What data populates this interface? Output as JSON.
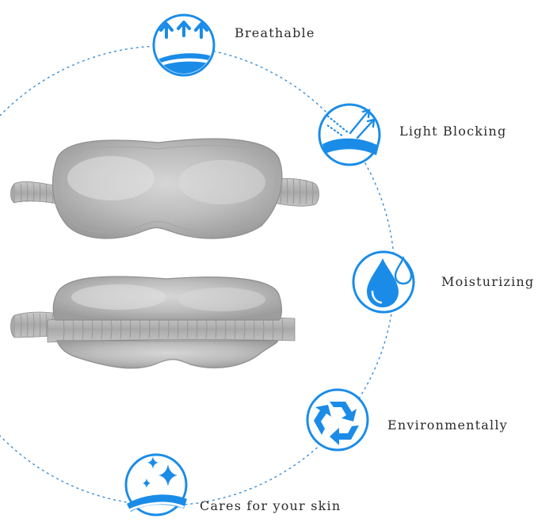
{
  "features": [
    {
      "label": "Breathable",
      "icon": "breathable-icon"
    },
    {
      "label": "Light Blocking",
      "icon": "light-blocking-icon"
    },
    {
      "label": "Moisturizing",
      "icon": "moisturizing-icon"
    },
    {
      "label": "Environmentally",
      "icon": "recycle-icon"
    },
    {
      "label": "Cares for your skin",
      "icon": "sparkle-skin-icon"
    }
  ],
  "colors": {
    "accent": "#1a8ce8",
    "dotted_ring": "#3c8fd6",
    "mask_silver": "#bdbdbd",
    "label_text": "#2b2b2b"
  }
}
